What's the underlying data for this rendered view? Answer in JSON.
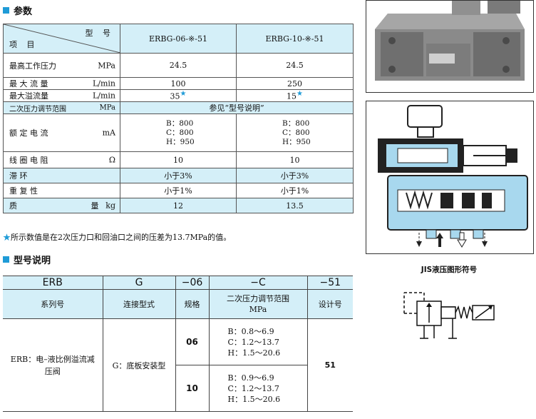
{
  "params_section": {
    "title": "参数",
    "header": {
      "item": "项 目",
      "model": "型 号",
      "col1": "ERBG-06-※-51",
      "col2": "ERBG-10-※-51"
    },
    "rows": [
      {
        "label": "最高工作压力",
        "unit": "MPa",
        "v1": "24.5",
        "v2": "24.5"
      },
      {
        "label": "最 大 流 量",
        "unit": "L/min",
        "v1": "100",
        "v2": "250"
      },
      {
        "label": "最大溢流量",
        "unit": "L/min",
        "v1": "35",
        "v2": "15"
      },
      {
        "label": "二次压力调节范围",
        "unit": "MPa",
        "merged": "参见“型号说明”"
      },
      {
        "label": "额 定 电 流",
        "unit": "mA",
        "v1_lines": [
          "B：800",
          "C：800",
          "H：950"
        ],
        "v2_lines": [
          "B：800",
          "C：800",
          "H：950"
        ]
      },
      {
        "label": "线 圈 电 阻",
        "unit": "Ω",
        "v1": "10",
        "v2": "10"
      },
      {
        "label": "滞 环",
        "unit": "",
        "v1": "小于3%",
        "v2": "小于3%"
      },
      {
        "label": "重 复 性",
        "unit": "",
        "v1": "小于1%",
        "v2": "小于1%"
      },
      {
        "label": "质 量",
        "unit": "kg",
        "v1": "12",
        "v2": "13.5"
      }
    ],
    "star": "★",
    "note": "所示数值是在2次压力口和回油口之间的压差为13.7MPa的值。"
  },
  "model_section": {
    "title": "型号说明",
    "codes": [
      "ERB",
      "G",
      "−06",
      "−C",
      "−51"
    ],
    "descs": [
      "系列号",
      "连接型式",
      "规格",
      "二次压力调节范围",
      "MPa",
      "设计号"
    ],
    "series": "ERB：电–液比例溢流减压阀",
    "connection": "G：底板安装型",
    "sizes": [
      {
        "size": "06",
        "ranges": [
          "B：0.8～6.9",
          "C：1.2～13.7",
          "H：1.5～20.6"
        ]
      },
      {
        "size": "10",
        "ranges": [
          "B：0.9～6.9",
          "C：1.2～13.7",
          "H：1.5～20.6"
        ]
      }
    ],
    "design": "51"
  },
  "jis_title": "JIS液压图形符号",
  "colors": {
    "accent": "#1f9bd7",
    "header_bg": "#d4eff8",
    "diagram_blue": "#a8d8ee"
  }
}
